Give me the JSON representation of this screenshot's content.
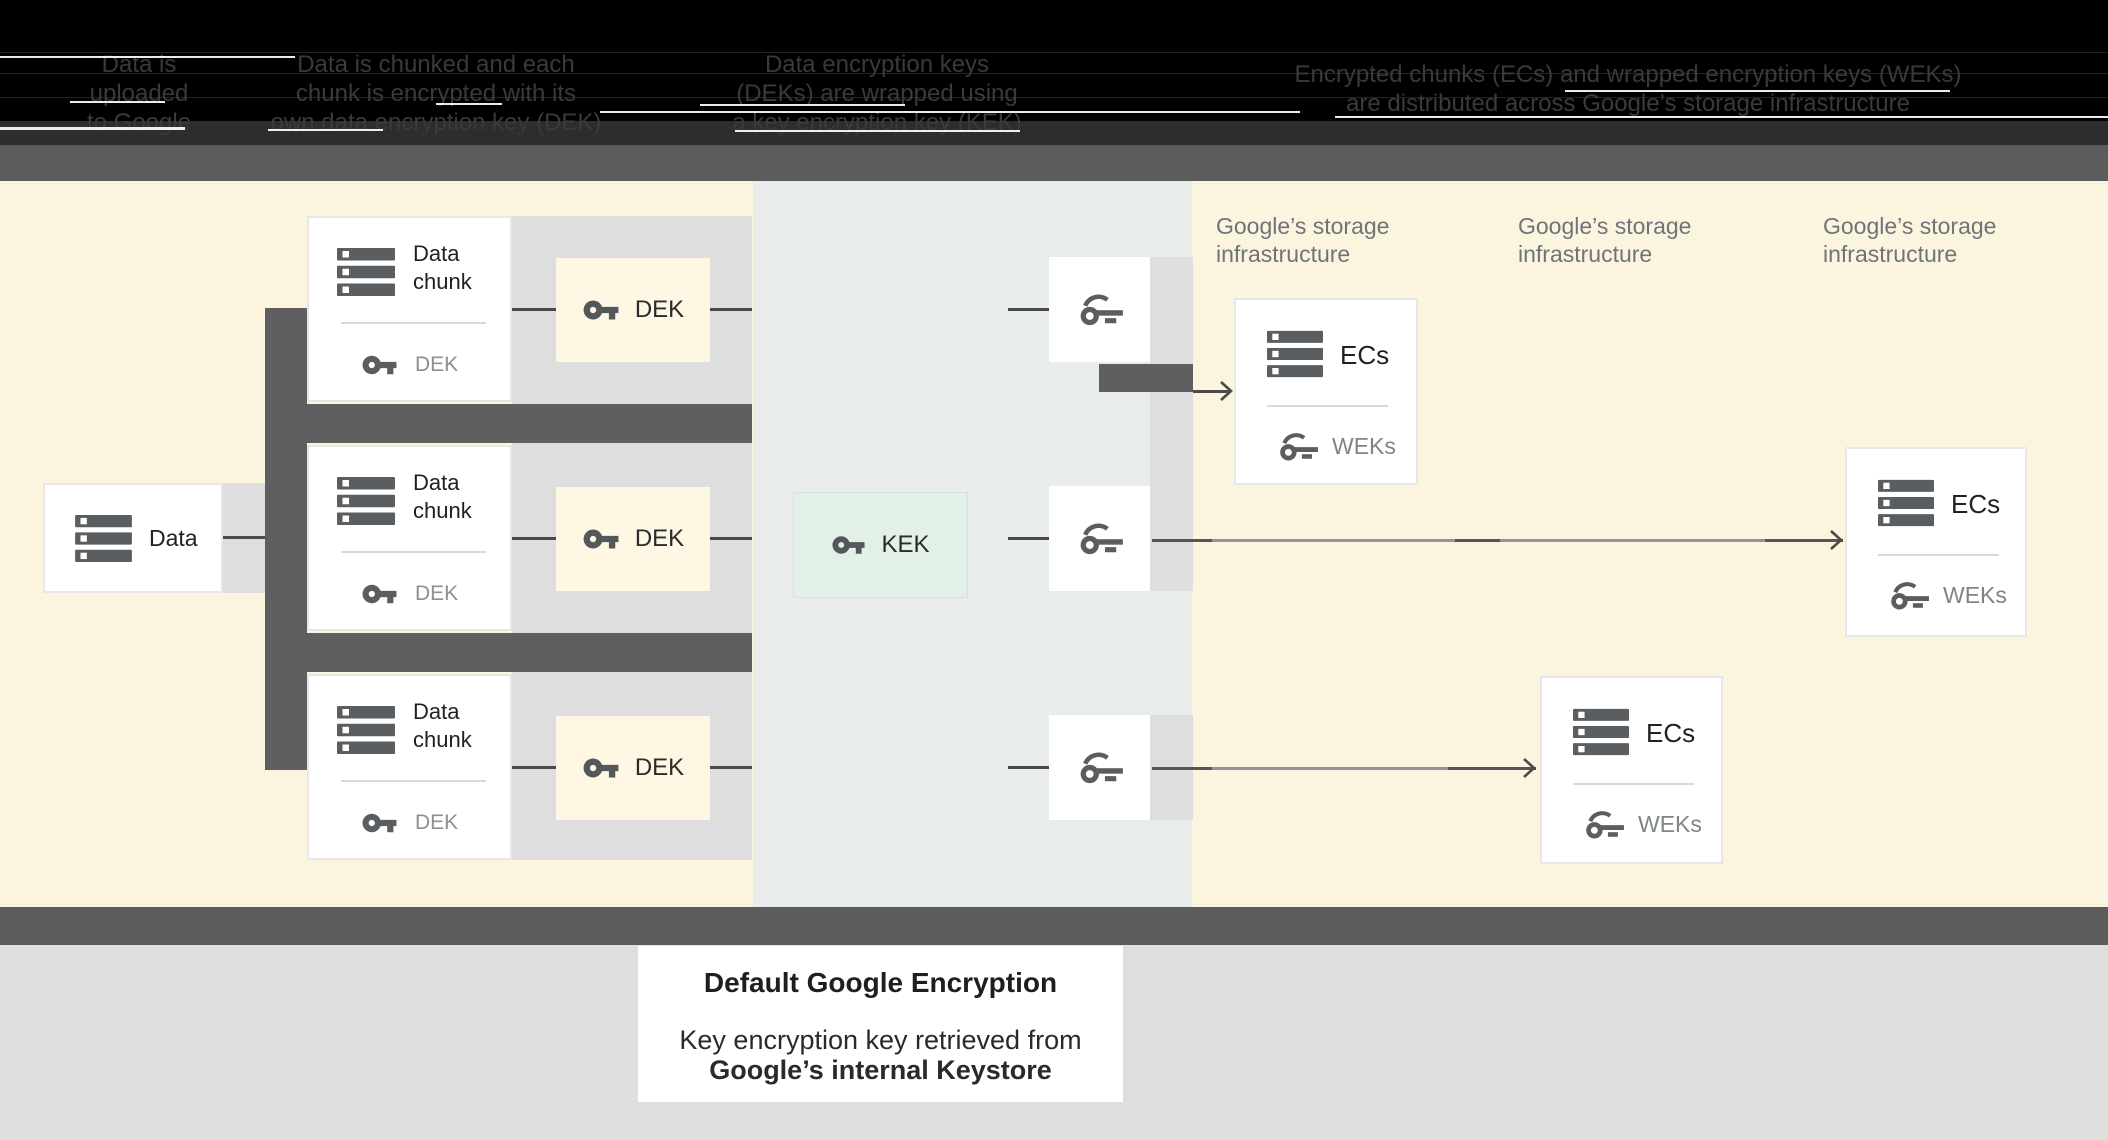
{
  "header": {
    "steps": [
      {
        "lines": [
          "Data is",
          "uploaded",
          "to Google"
        ]
      },
      {
        "lines": [
          "Data is chunked and each",
          "chunk is encrypted with its",
          "own data encryption key (DEK)"
        ]
      },
      {
        "lines": [
          "Data encryption keys",
          "(DEKs) are wrapped using",
          "a key encryption key (KEK)"
        ]
      },
      {
        "lines": [
          "Encrypted chunks (ECs) and wrapped encryption keys (WEKs)",
          "are distributed across Google’s storage infrastructure"
        ]
      }
    ]
  },
  "diagram": {
    "data_box": {
      "label": "Data"
    },
    "chunks": [
      {
        "title_lines": [
          "Data",
          "chunk"
        ],
        "key_label": "DEK"
      },
      {
        "title_lines": [
          "Data",
          "chunk"
        ],
        "key_label": "DEK"
      },
      {
        "title_lines": [
          "Data",
          "chunk"
        ],
        "key_label": "DEK"
      }
    ],
    "dek_boxes": [
      {
        "label": "DEK"
      },
      {
        "label": "DEK"
      },
      {
        "label": "DEK"
      }
    ],
    "kek_box": {
      "label": "KEK"
    },
    "storage_labels": [
      {
        "lines": [
          "Google’s storage",
          "infrastructure"
        ]
      },
      {
        "lines": [
          "Google’s storage",
          "infrastructure"
        ]
      },
      {
        "lines": [
          "Google’s storage",
          "infrastructure"
        ]
      }
    ],
    "ecs_boxes": [
      {
        "title": "ECs",
        "key_label": "WEKs"
      },
      {
        "title": "ECs",
        "key_label": "WEKs"
      },
      {
        "title": "ECs",
        "key_label": "WEKs"
      }
    ]
  },
  "caption": {
    "title": "Default Google Encryption",
    "body_line1": "Key encryption key retrieved from",
    "body_line2": "Google’s internal Keystore"
  },
  "colors": {
    "cream_panel": "#FBF4DE",
    "mid_panel": "#E8ECEB",
    "dek_box_fill": "#FDF7E3",
    "kek_box_fill": "#E3F0E8",
    "connector_dark": "#5F5F5F",
    "connector_gray": "#DEDEDE",
    "line_dark": "#4A4A4A",
    "icon_gray": "#5B5E60",
    "text_primary": "#212121",
    "text_secondary": "#8B9095",
    "storage_label_gray": "#6F7478",
    "strip_gray": "#5C5C5C",
    "bottom_bg": "#DEDEDE",
    "header_bg": "#000000"
  }
}
